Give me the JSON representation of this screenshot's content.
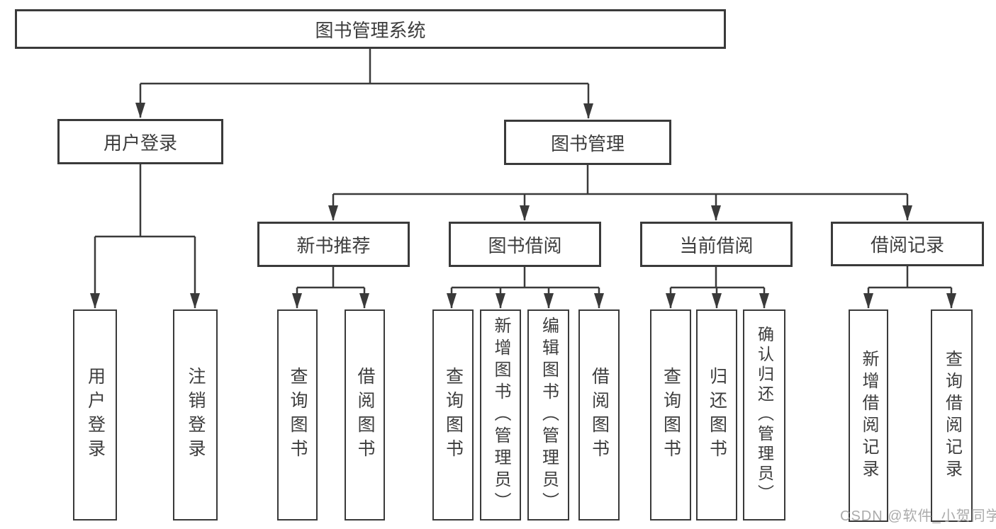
{
  "diagram": {
    "type": "hierarchy-tree",
    "colors": {
      "line": "#3a3a3a",
      "box_border": "#3a3a3a",
      "text": "#3d3d3d",
      "box_background": "#ffffff",
      "watermark": "#ababab"
    },
    "tree": {
      "root": {
        "label": "图书管理系统"
      },
      "branches": [
        {
          "label": "用户登录",
          "children": [
            {
              "label": "用户登录"
            },
            {
              "label": "注销登录"
            }
          ]
        },
        {
          "label": "图书管理",
          "children": [
            {
              "label": "新书推荐",
              "children": [
                {
                  "label": "查询图书"
                },
                {
                  "label": "借阅图书"
                }
              ]
            },
            {
              "label": "图书借阅",
              "children": [
                {
                  "label": "查询图书"
                },
                {
                  "label": "新增图书（管理员）"
                },
                {
                  "label": "编辑图书（管理员）"
                },
                {
                  "label": "借阅图书"
                }
              ]
            },
            {
              "label": "当前借阅",
              "children": [
                {
                  "label": "查询图书"
                },
                {
                  "label": "归还图书"
                },
                {
                  "label": "确认归还（管理员）"
                }
              ]
            },
            {
              "label": "借阅记录",
              "children": [
                {
                  "label": "新增借阅记录"
                },
                {
                  "label": "查询借阅记录"
                }
              ]
            }
          ]
        }
      ]
    },
    "watermark": {
      "text": "CSDN @软件_小贺同学"
    }
  }
}
